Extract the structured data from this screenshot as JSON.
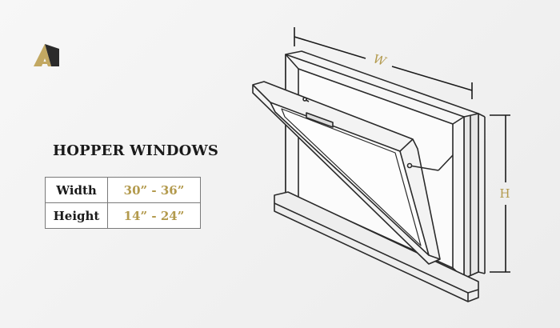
{
  "title": "HOPPER WINDOWS",
  "specs": [
    {
      "label": "Width",
      "value": "30” - 36”"
    },
    {
      "label": "Height",
      "value": "14” - 24”"
    }
  ],
  "diagram": {
    "width_label": "W",
    "height_label": "H"
  },
  "colors": {
    "accent_gold": "#b39a4d",
    "logo_dark": "#2b2b2b",
    "line": "#2a2a2a",
    "frame_fill": "#f4f4f4"
  }
}
